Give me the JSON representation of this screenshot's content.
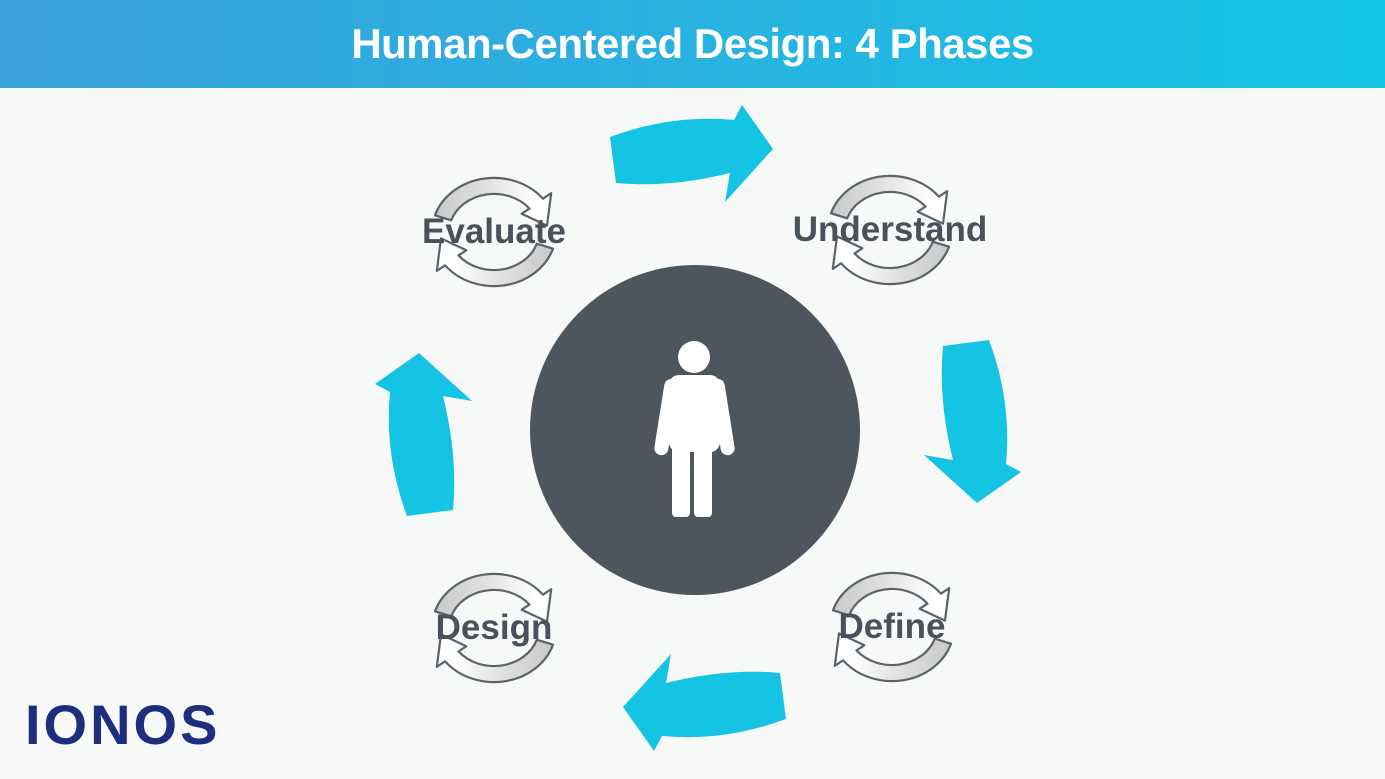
{
  "header": {
    "title": "Human-Centered Design: 4 Phases"
  },
  "phases": [
    {
      "label": "Evaluate",
      "position": "top-left",
      "icon": "cycle-arrows-icon"
    },
    {
      "label": "Understand",
      "position": "top-right",
      "icon": "cycle-arrows-icon"
    },
    {
      "label": "Define",
      "position": "bottom-right",
      "icon": "cycle-arrows-icon"
    },
    {
      "label": "Design",
      "position": "bottom-left",
      "icon": "cycle-arrows-icon"
    }
  ],
  "center": {
    "icon": "person-icon"
  },
  "flow": {
    "direction": "clockwise",
    "arrow_count": 4,
    "arrow_icon": "curved-flow-arrow-icon"
  },
  "footer": {
    "brand": "IONOS"
  },
  "colors": {
    "header_gradient_left": "#3AA1DC",
    "header_gradient_right": "#13C5E6",
    "flow_arrow": "#15C3E3",
    "center_circle": "#4E565D",
    "phase_text": "#49515A",
    "background": "#F7F8F8",
    "brand_text": "#1D2E7E",
    "cycle_arrow_outline": "#5A626A"
  }
}
